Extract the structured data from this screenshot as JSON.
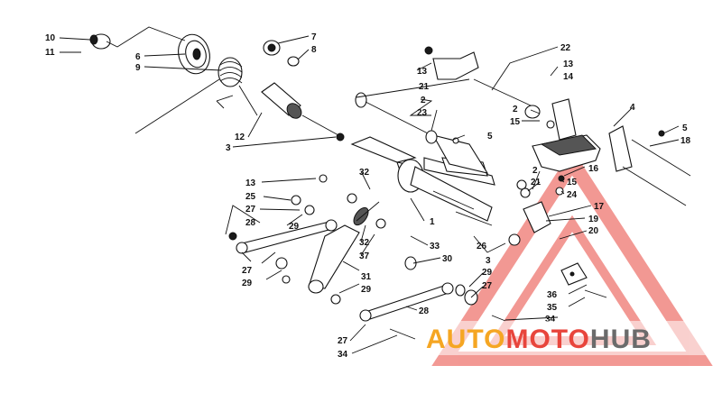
{
  "diagram": {
    "callouts": [
      {
        "id": "c10a",
        "text": "10"
      },
      {
        "id": "c11a",
        "text": "11"
      },
      {
        "id": "c7",
        "text": "7"
      },
      {
        "id": "c8",
        "text": "8"
      },
      {
        "id": "c6",
        "text": "6"
      },
      {
        "id": "c9",
        "text": "9"
      },
      {
        "id": "c12",
        "text": "12"
      },
      {
        "id": "c3a",
        "text": "3"
      },
      {
        "id": "c13a",
        "text": "13"
      },
      {
        "id": "c21a",
        "text": "21"
      },
      {
        "id": "c2a",
        "text": "2"
      },
      {
        "id": "c23",
        "text": "23"
      },
      {
        "id": "c5a",
        "text": "5"
      },
      {
        "id": "c22",
        "text": "22"
      },
      {
        "id": "c13b",
        "text": "13"
      },
      {
        "id": "c14",
        "text": "14"
      },
      {
        "id": "c2b",
        "text": "2"
      },
      {
        "id": "c15a",
        "text": "15"
      },
      {
        "id": "c4",
        "text": "4"
      },
      {
        "id": "c5b",
        "text": "5"
      },
      {
        "id": "c18",
        "text": "18"
      },
      {
        "id": "c32a",
        "text": "32"
      },
      {
        "id": "c13c",
        "text": "13"
      },
      {
        "id": "c25",
        "text": "25"
      },
      {
        "id": "c27a",
        "text": "27"
      },
      {
        "id": "c28a",
        "text": "28"
      },
      {
        "id": "c29a",
        "text": "29"
      },
      {
        "id": "c16",
        "text": "16"
      },
      {
        "id": "c2c",
        "text": "2"
      },
      {
        "id": "c15b",
        "text": "15"
      },
      {
        "id": "c21b",
        "text": "21"
      },
      {
        "id": "c24",
        "text": "24"
      },
      {
        "id": "c17",
        "text": "17"
      },
      {
        "id": "c1",
        "text": "1"
      },
      {
        "id": "c19",
        "text": "19"
      },
      {
        "id": "c32b",
        "text": "32"
      },
      {
        "id": "c37",
        "text": "37"
      },
      {
        "id": "c33",
        "text": "33"
      },
      {
        "id": "c20",
        "text": "20"
      },
      {
        "id": "c26",
        "text": "26"
      },
      {
        "id": "c3b",
        "text": "3"
      },
      {
        "id": "c30",
        "text": "30"
      },
      {
        "id": "c27b",
        "text": "27"
      },
      {
        "id": "c29b",
        "text": "29"
      },
      {
        "id": "c31",
        "text": "31"
      },
      {
        "id": "c29c",
        "text": "29"
      },
      {
        "id": "c29d",
        "text": "29"
      },
      {
        "id": "c27c",
        "text": "27"
      },
      {
        "id": "c36",
        "text": "36"
      },
      {
        "id": "c35",
        "text": "35"
      },
      {
        "id": "c28b",
        "text": "28"
      },
      {
        "id": "c34a",
        "text": "34"
      },
      {
        "id": "c27d",
        "text": "27"
      },
      {
        "id": "c34b",
        "text": "34"
      }
    ]
  },
  "watermark": {
    "part1": "AUTO",
    "part2": "MOTO",
    "part3": "HUB",
    "color_part1": "#f5a623",
    "color_part2": "#e8453c",
    "color_part3": "#6b6b6b",
    "triangle_color": "#e8453c"
  }
}
